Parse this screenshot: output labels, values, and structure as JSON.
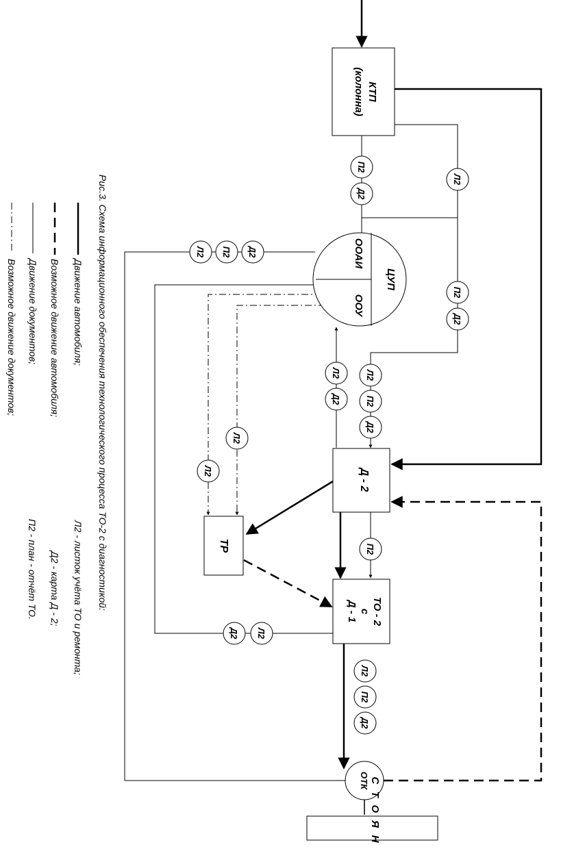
{
  "caption": "Рис.3. Схема информационного обеспечения технологического процесса ТО-2 с диагностикой:",
  "nodes": {
    "ktp_line1": "КТП",
    "ktp_line2": "(колонна)",
    "cup_top": "ЦУП",
    "cup_left": "ООАИ",
    "cup_right": "ООУ",
    "d2": "Д - 2",
    "tr": "ТР",
    "to2_line1": "ТО - 2",
    "to2_line2": "с",
    "to2_line3": "Д - 1",
    "otk": "ОТК",
    "stoyanka": "СТОЯНКА"
  },
  "doc_codes": {
    "l2": "Л2",
    "p2": "П2",
    "d2": "Д2"
  },
  "legend": {
    "solid_thick": "Движение автомобиля;",
    "dashed_thick": "Возможное движение автомобиля;",
    "solid_thin": "Движение документов;",
    "dashdot_thin": "Возможное движение документов;"
  },
  "abbreviations": {
    "l2": "Л2 - листок учёта ТО и ремонта;",
    "d2": "Д2 - карта Д - 2;",
    "p2": "П2 - план - отчёт ТО."
  }
}
